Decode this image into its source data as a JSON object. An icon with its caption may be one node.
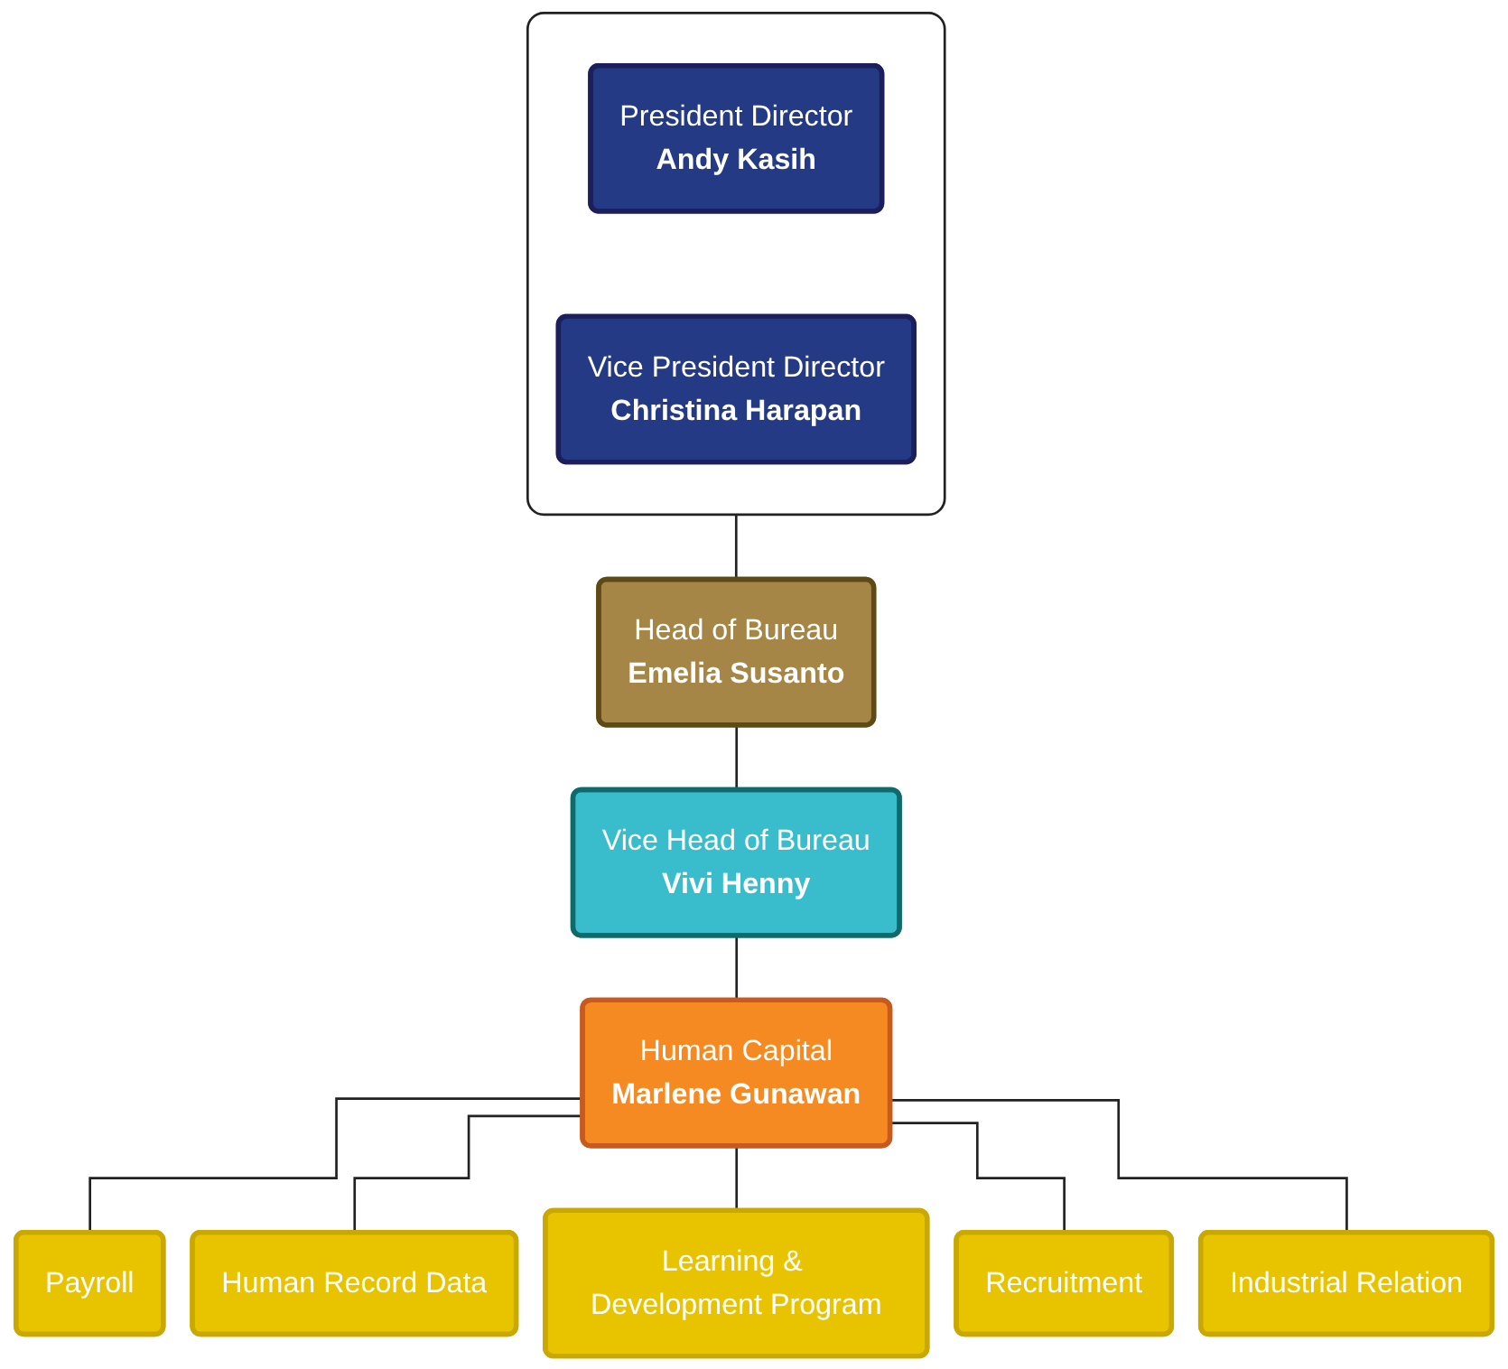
{
  "diagram": {
    "nodes": [
      {
        "text": [],
        "shape": "box"
      },
      {
        "text": [
          "President Director",
          "Andy Kasih"
        ],
        "in": 0
      },
      {
        "text": [
          "Vice President Director",
          "Christina Harapan"
        ],
        "in": 0
      },
      {
        "text": [
          "Head of Bureau",
          "Emelia Susanto"
        ]
      },
      {
        "text": [
          "Vice Head of Bureau",
          "Vivi Henny"
        ]
      },
      {
        "text": [
          "Human Capital",
          "Marlene Gunawan"
        ]
      },
      {
        "text": [
          "Payroll"
        ]
      },
      {
        "text": [
          "Human Record Data"
        ]
      },
      {
        "text": [
          "Learning & Development Program"
        ]
      },
      {
        "text": [
          "Recruitment"
        ]
      },
      {
        "text": [
          "Industrial Relation"
        ]
      }
    ],
    "edges": [
      {
        "from": 0,
        "to": 3,
        "arrow": "none"
      },
      {
        "from": 3,
        "to": 4,
        "arrow": "none"
      },
      {
        "from": 4,
        "to": 5,
        "arrow": "none"
      },
      {
        "from": 5,
        "to": 6,
        "arrow": "none"
      },
      {
        "from": 5,
        "to": 7,
        "arrow": "none"
      },
      {
        "from": 5,
        "to": 8,
        "arrow": "none"
      },
      {
        "from": 5,
        "to": 9,
        "arrow": "none"
      },
      {
        "from": 5,
        "to": 10,
        "arrow": "none"
      }
    ]
  }
}
